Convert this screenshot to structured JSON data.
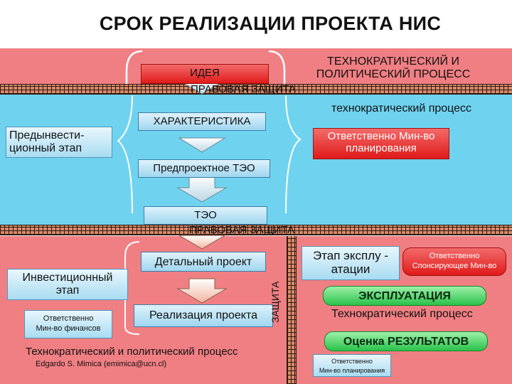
{
  "title": "СРОК РЕАЛИЗАЦИИ ПРОЕКТА НИС",
  "top": {
    "idea": "ИДЕЯ",
    "process_line1": "ТЕХНОКРАТИЧЕСКИЙ И",
    "process_line2": "ПОЛИТИЧЕСКИЙ ПРОЦЕСС",
    "legal_protection": "ПРАВОВАЯ ЗАЩИТА"
  },
  "preinvestment": {
    "tech_process": "технократический процесс",
    "characteristic": "ХАРАКТЕРИСТИКА",
    "stage_line1": "Предынвести-",
    "stage_line2": "ционный этап",
    "responsible_line1": "Ответственно Мин-во",
    "responsible_line2": "планирования",
    "pre_feasibility": "Предпроектное ТЭО",
    "feasibility": "ТЭО",
    "legal_protection": "ПРАВОВАЯ ЗАЩИТА"
  },
  "investment": {
    "detailed_project": "Детальный проект",
    "stage_line1": "Инвестиционный",
    "stage_line2": "этап",
    "responsible_line1": "Ответственно",
    "responsible_line2": "Мин-во финансов",
    "implementation": "Реализация проекта",
    "process": "Технократический и политический процесс",
    "author": "Edgardo S. Mimica (emimica@ucn.cl)",
    "protection_vertical": "ЗАЩИТА"
  },
  "operation": {
    "stage_line1": "Этап эксплу -",
    "stage_line2": "атации",
    "sponsor_line1": "Ответственно",
    "sponsor_line2": "Спонсирующее Мин-во",
    "operation": "ЭКСПЛУАТАЦИЯ",
    "tech_process": "Технократический процесс",
    "evaluation_prefix": "Оценка ",
    "evaluation_main": "РЕЗУЛЬТАТОВ",
    "responsible_line1": "Ответственно",
    "responsible_line2": "Мин-во планирования"
  },
  "colors": {
    "pink_band": "#f07f83",
    "blue_band": "#6fd3ef",
    "box_red": "#e01a1a",
    "box_green": "#2ac24a"
  }
}
